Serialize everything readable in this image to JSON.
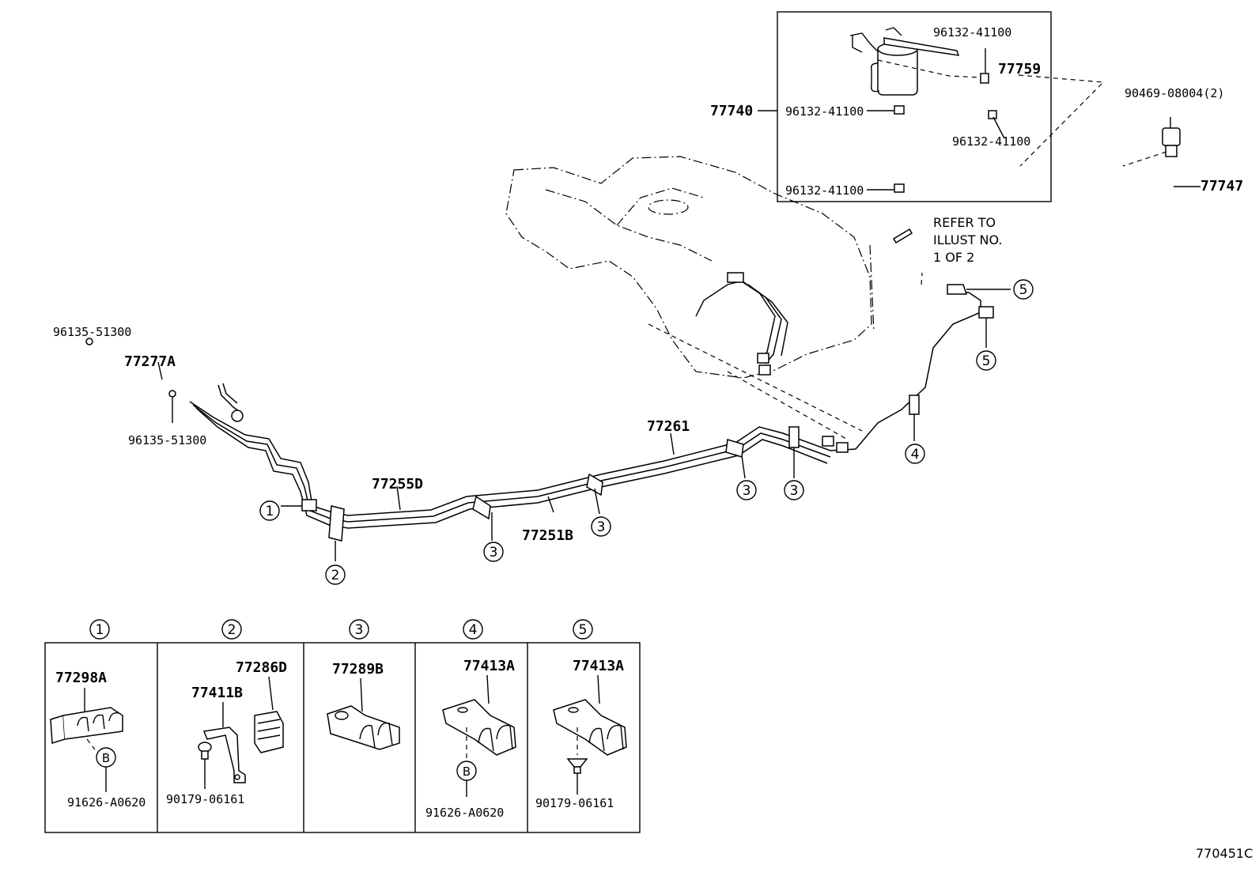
{
  "diagram_id": "770451C",
  "top_box_labels": {
    "p96132_top": "96132-41100",
    "p77759": "77759",
    "p77740": "77740",
    "p96132_left1": "96132-41100",
    "p96132_right": "96132-41100",
    "p96132_left2": "96132-41100"
  },
  "right_labels": {
    "p90469": "90469-08004(2)",
    "p77747": "77747"
  },
  "refer_note": [
    "REFER TO",
    "ILLUST NO.",
    "1 OF 2"
  ],
  "main_labels": {
    "p96135_top": "96135-51300",
    "p77277A": "77277A",
    "p96135_bottom": "96135-51300",
    "p77255D": "77255D",
    "p77261": "77261",
    "p77251B": "77251B"
  },
  "callouts": {
    "c1": "1",
    "c2": "2",
    "c3": "3",
    "c4": "4",
    "c5": "5"
  },
  "detail_panels": [
    {
      "number": "1",
      "labels": [
        "77298A",
        "91626-A0620"
      ],
      "sub": "B"
    },
    {
      "number": "2",
      "labels": [
        "77286D",
        "77411B",
        "90179-06161"
      ]
    },
    {
      "number": "3",
      "labels": [
        "77289B"
      ]
    },
    {
      "number": "4",
      "labels": [
        "77413A",
        "91626-A0620"
      ],
      "sub": "B"
    },
    {
      "number": "5",
      "labels": [
        "77413A",
        "90179-06161"
      ]
    }
  ]
}
